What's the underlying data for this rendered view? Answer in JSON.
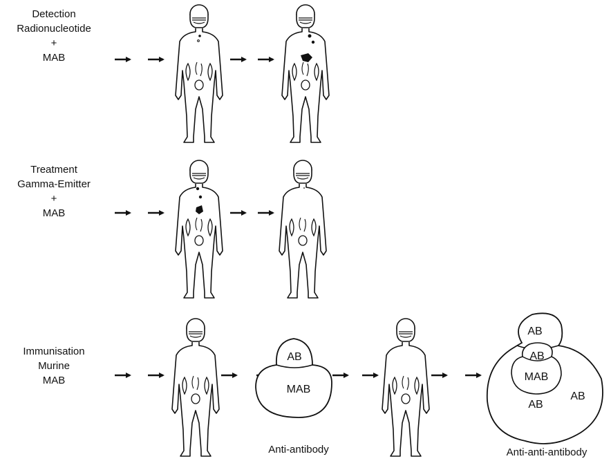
{
  "rows": [
    {
      "id": "detection",
      "lines": [
        "Detection",
        "Radionucleotide",
        "+",
        "MAB"
      ]
    },
    {
      "id": "treatment",
      "lines": [
        "Treatment",
        "Gamma-Emitter",
        "+",
        "MAB"
      ]
    },
    {
      "id": "immunisation",
      "lines": [
        "Immunisation",
        "Murine",
        "MAB"
      ]
    }
  ],
  "complex1": {
    "outer_label": "AB",
    "inner_label": "MAB",
    "caption": "Anti-antibody"
  },
  "complex2": {
    "top_label": "AB",
    "inner_top_label": "AB",
    "core_label": "MAB",
    "bottom_label": "AB",
    "right_label": "AB",
    "caption": "Anti-anti-antibody"
  }
}
